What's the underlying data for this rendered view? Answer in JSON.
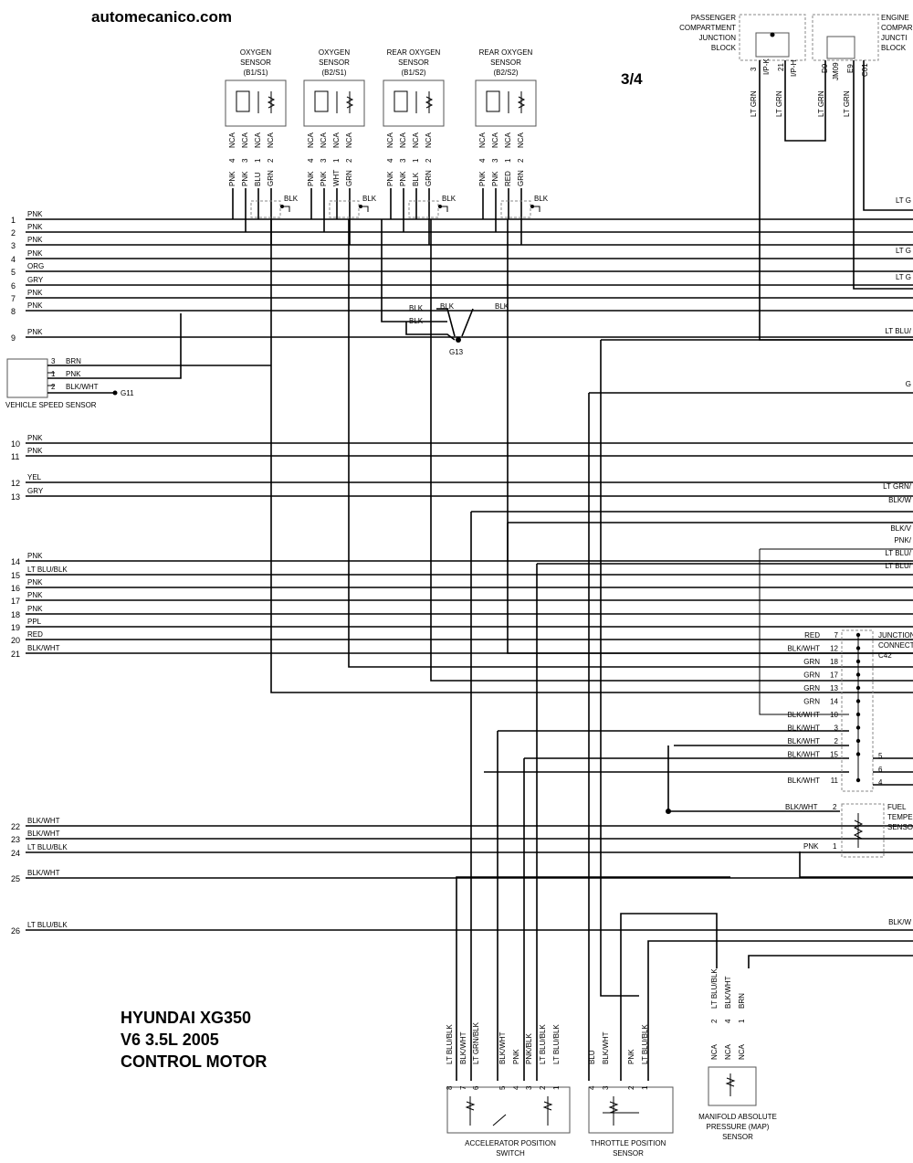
{
  "header": {
    "site": "automecanico.com",
    "page_indicator": "3/4"
  },
  "title_block": {
    "line1": "HYUNDAI XG350",
    "line2": "V6 3.5L 2005",
    "line3": "CONTROL MOTOR"
  },
  "top_components": {
    "passenger_jb": {
      "lines": [
        "PASSENGER",
        "COMPARTMENT",
        "JUNCTION",
        "BLOCK"
      ],
      "pins": [
        "3",
        "21"
      ],
      "codes": [
        "I/P-K",
        "I/P-H"
      ]
    },
    "engine_jb": {
      "lines": [
        "ENGINE",
        "COMPAR",
        "JUNCTI",
        "BLOCK"
      ],
      "pins": [
        "D9",
        "E9"
      ],
      "codes": [
        "JM09",
        "C01"
      ]
    },
    "top_wires": [
      "LT GRN",
      "LT GRN",
      "LT GRN",
      "LT GRN"
    ]
  },
  "sensors": [
    {
      "name": [
        "OXYGEN",
        "SENSOR",
        "(B1/S1)"
      ],
      "pins": [
        "4",
        "3",
        "1",
        "2"
      ],
      "colors": [
        "PNK",
        "PNK",
        "BLU",
        "GRN"
      ]
    },
    {
      "name": [
        "OXYGEN",
        "SENSOR",
        "(B2/S1)"
      ],
      "pins": [
        "4",
        "3",
        "1",
        "2"
      ],
      "colors": [
        "PNK",
        "PNK",
        "WHT",
        "GRN"
      ]
    },
    {
      "name": [
        "REAR OXYGEN",
        "SENSOR",
        "(B1/S2)"
      ],
      "pins": [
        "4",
        "3",
        "1",
        "2"
      ],
      "colors": [
        "PNK",
        "PNK",
        "BLK",
        "GRN"
      ]
    },
    {
      "name": [
        "REAR OXYGEN",
        "SENSOR",
        "(B2/S2)"
      ],
      "pins": [
        "4",
        "3",
        "1",
        "2"
      ],
      "colors": [
        "PNK",
        "PNK",
        "RED",
        "GRN"
      ]
    }
  ],
  "nca": "NCA",
  "blk": "BLK",
  "ground_g13": "G13",
  "ground_g11": "G11",
  "left_wires": [
    {
      "num": "1",
      "color": "PNK"
    },
    {
      "num": "2",
      "color": "PNK"
    },
    {
      "num": "3",
      "color": "PNK"
    },
    {
      "num": "4",
      "color": "PNK"
    },
    {
      "num": "5",
      "color": "ORG"
    },
    {
      "num": "6",
      "color": "GRY"
    },
    {
      "num": "7",
      "color": "PNK"
    },
    {
      "num": "8",
      "color": "PNK"
    },
    {
      "num": "9",
      "color": "PNK"
    },
    {
      "num": "10",
      "color": "PNK"
    },
    {
      "num": "11",
      "color": "PNK"
    },
    {
      "num": "12",
      "color": "YEL"
    },
    {
      "num": "13",
      "color": "GRY"
    },
    {
      "num": "14",
      "color": "PNK"
    },
    {
      "num": "15",
      "color": "LT BLU/BLK"
    },
    {
      "num": "16",
      "color": "PNK"
    },
    {
      "num": "17",
      "color": "PNK"
    },
    {
      "num": "18",
      "color": "PNK"
    },
    {
      "num": "19",
      "color": "PPL"
    },
    {
      "num": "20",
      "color": "RED"
    },
    {
      "num": "21",
      "color": "BLK/WHT"
    },
    {
      "num": "22",
      "color": "BLK/WHT"
    },
    {
      "num": "23",
      "color": "BLK/WHT"
    },
    {
      "num": "24",
      "color": "LT BLU/BLK"
    },
    {
      "num": "25",
      "color": "BLK/WHT"
    },
    {
      "num": "26",
      "color": "LT BLU/BLK"
    }
  ],
  "vss": {
    "label": "VEHICLE SPEED SENSOR",
    "pins": [
      {
        "pin": "3",
        "color": "BRN"
      },
      {
        "pin": "1",
        "color": "PNK"
      },
      {
        "pin": "2",
        "color": "BLK/WHT"
      }
    ]
  },
  "right_edge": [
    "LT G",
    "LT G",
    "LT G",
    "LT BLU/",
    "G",
    "LT GRN/",
    "BLK/W",
    "BLK/V",
    "PNK/",
    "LT BLU/",
    "LT BLU/",
    "BLK/W"
  ],
  "junction": {
    "lines": [
      "JUNCTION",
      "CONNECT",
      "C42"
    ],
    "pins": [
      {
        "color": "RED",
        "pin": "7"
      },
      {
        "color": "BLK/WHT",
        "pin": "12"
      },
      {
        "color": "GRN",
        "pin": "18"
      },
      {
        "color": "GRN",
        "pin": "17"
      },
      {
        "color": "GRN",
        "pin": "13"
      },
      {
        "color": "GRN",
        "pin": "14"
      },
      {
        "color": "BLK/WHT",
        "pin": "10"
      },
      {
        "color": "BLK/WHT",
        "pin": "3"
      },
      {
        "color": "BLK/WHT",
        "pin": "2"
      },
      {
        "color": "BLK/WHT",
        "pin": "15"
      },
      {
        "color": "BLK/WHT",
        "pin": "11"
      }
    ],
    "right_pins": [
      "5",
      "6",
      "4"
    ]
  },
  "fuel_temp": {
    "lines": [
      "FUEL",
      "TEMPE",
      "SENSO"
    ],
    "pins": [
      {
        "color": "BLK/WHT",
        "pin": "2"
      },
      {
        "color": "PNK",
        "pin": "1"
      }
    ]
  },
  "aps": {
    "lines": [
      "ACCELERATOR POSITION",
      "SWITCH"
    ],
    "wires": [
      {
        "color": "LT BLU/BLK",
        "pin": "8"
      },
      {
        "color": "BLK/WHT",
        "pin": "7"
      },
      {
        "color": "LT GRN/BLK",
        "pin": "6"
      },
      {
        "color": "BLK/WHT",
        "pin": "5"
      },
      {
        "color": "PNK",
        "pin": "4"
      },
      {
        "color": "PNK/BLK",
        "pin": "3"
      },
      {
        "color": "LT BLU/BLK",
        "pin": "2"
      },
      {
        "color": "LT BLU/BLK",
        "pin": "1"
      }
    ]
  },
  "tps": {
    "lines": [
      "THROTTLE POSITION",
      "SENSOR"
    ],
    "wires": [
      {
        "color": "BLU",
        "pin": "4"
      },
      {
        "color": "BLK/WHT",
        "pin": "3"
      },
      {
        "color": "PNK",
        "pin": "2"
      },
      {
        "color": "LT BLU/BLK",
        "pin": "1"
      }
    ]
  },
  "map": {
    "lines": [
      "MANIFOLD ABSOLUTE",
      "PRESSURE (MAP)",
      "SENSOR"
    ],
    "wires": [
      {
        "color": "LT BLU/BLK",
        "pin": "2"
      },
      {
        "color": "BLK/WHT",
        "pin": "4"
      },
      {
        "color": "BRN",
        "pin": "1"
      }
    ]
  }
}
